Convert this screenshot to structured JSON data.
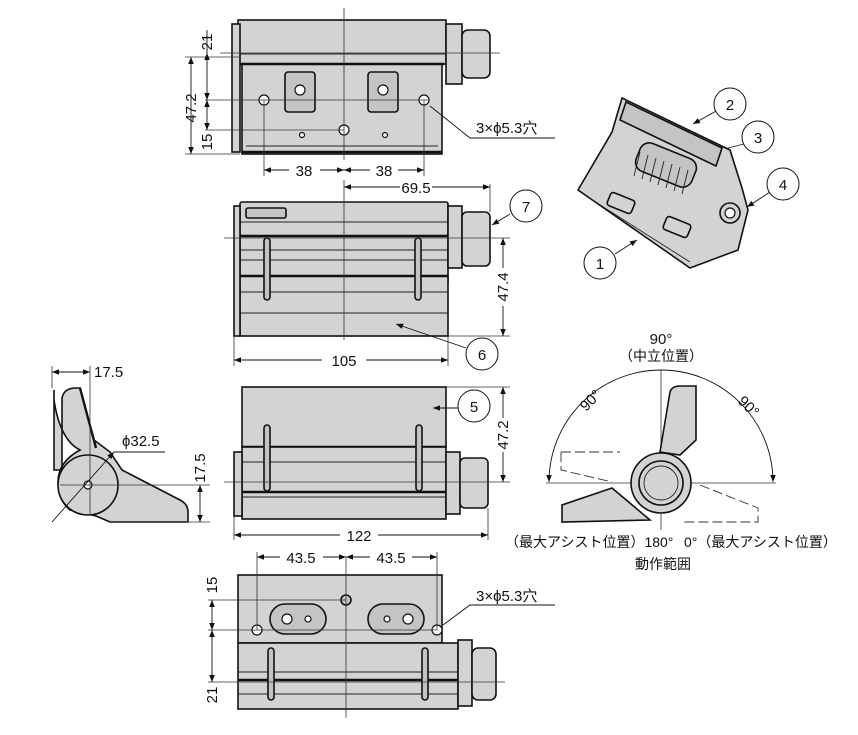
{
  "drawing": {
    "title": "Damper hinge dimensional drawing",
    "unit": "mm",
    "top_view": {
      "dims": {
        "height_top": "21",
        "height_total": "47.2",
        "height_hole": "15",
        "pitch_left": "38",
        "pitch_right": "38"
      },
      "hole_note": "3×ϕ5.3穴"
    },
    "front_view": {
      "dims": {
        "offset_right": "69.5",
        "height": "47.4",
        "width": "105"
      },
      "balloons": [
        "7",
        "6"
      ]
    },
    "side_view": {
      "dims": {
        "width_top": "17.5",
        "diameter": "ϕ32.5",
        "height_axis": "17.5"
      }
    },
    "rear_view": {
      "dims": {
        "height": "47.2",
        "width": "122"
      },
      "balloons": [
        "5"
      ]
    },
    "bottom_view": {
      "dims": {
        "pitch_left": "43.5",
        "pitch_right": "43.5",
        "height_hole": "15",
        "height_axis": "21"
      },
      "hole_note": "3×ϕ5.3穴"
    },
    "iso_view": {
      "balloons": [
        "1",
        "2",
        "3",
        "4"
      ]
    },
    "motion_range": {
      "angle_top": "90°",
      "label_top": "（中立位置）",
      "angle_left": "90°",
      "angle_right": "90°",
      "label_left": "（最大アシスト位置）180°",
      "label_right": "0°（最大アシスト位置）",
      "caption": "動作範囲"
    }
  }
}
